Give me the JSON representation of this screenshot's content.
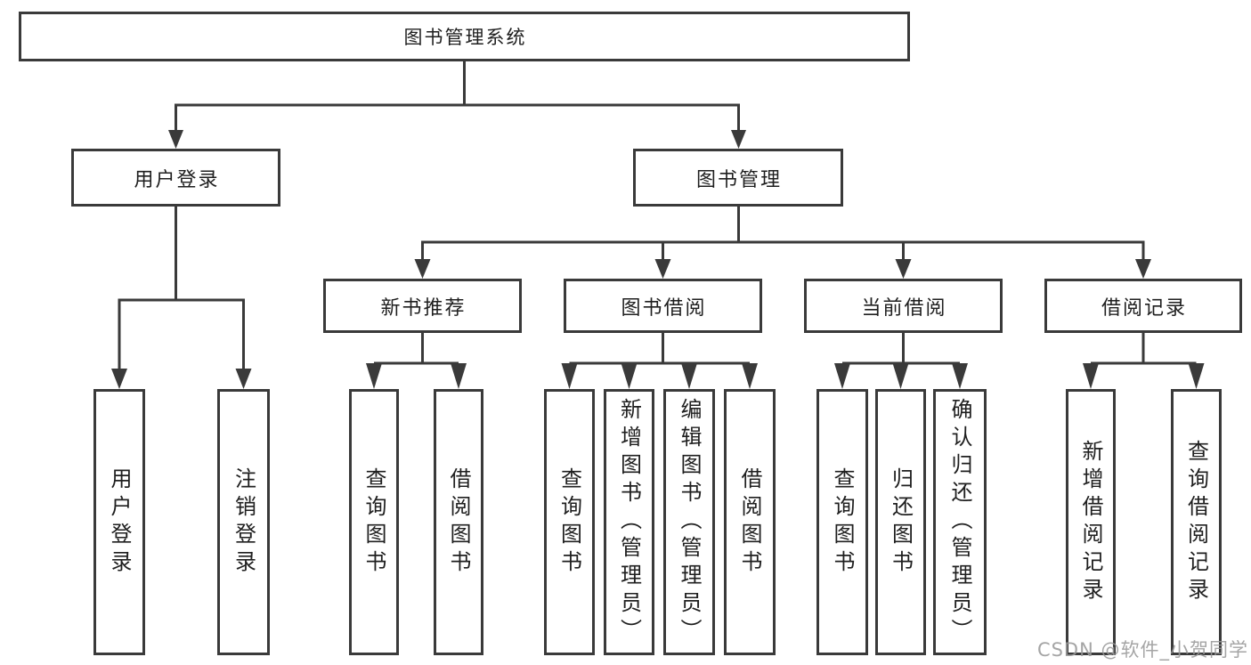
{
  "diagram_type": "tree",
  "colors": {
    "background": "#ffffff",
    "line": "#3a3a3a",
    "box_border": "#3a3a3a",
    "text": "#1f1f1f",
    "watermark_text": "#999999"
  },
  "tree": {
    "label": "图书管理系统",
    "children": [
      {
        "label": "用户登录",
        "children": [
          {
            "label": "用户登录"
          },
          {
            "label": "注销登录"
          }
        ]
      },
      {
        "label": "图书管理",
        "children": [
          {
            "label": "新书推荐",
            "children": [
              {
                "label": "查询图书"
              },
              {
                "label": "借阅图书"
              }
            ]
          },
          {
            "label": "图书借阅",
            "children": [
              {
                "label": "查询图书"
              },
              {
                "label": "新增图书（管理员）"
              },
              {
                "label": "编辑图书（管理员）"
              },
              {
                "label": "借阅图书"
              }
            ]
          },
          {
            "label": "当前借阅",
            "children": [
              {
                "label": "查询图书"
              },
              {
                "label": "归还图书"
              },
              {
                "label": "确认归还（管理员）"
              }
            ]
          },
          {
            "label": "借阅记录",
            "children": [
              {
                "label": "新增借阅记录"
              },
              {
                "label": "查询借阅记录"
              }
            ]
          }
        ]
      }
    ]
  },
  "watermark": "CSDN @软件_小贺同学"
}
